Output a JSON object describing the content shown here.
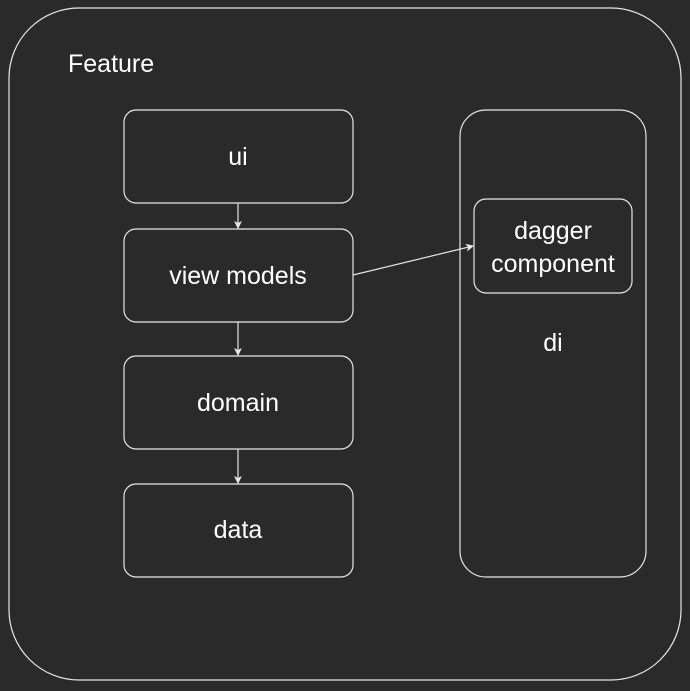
{
  "diagram": {
    "type": "architecture",
    "colors": {
      "background": "#2a2a2a",
      "stroke": "#e6e6e6",
      "text": "#ffffff"
    },
    "containers": {
      "feature": {
        "label": "Feature"
      },
      "di": {
        "label": "di"
      }
    },
    "nodes": {
      "ui": {
        "label": "ui"
      },
      "view_models": {
        "label": "view models"
      },
      "domain": {
        "label": "domain"
      },
      "data": {
        "label": "data"
      },
      "dagger_component": {
        "line1": "dagger",
        "line2": "component"
      }
    },
    "edges": [
      {
        "from": "ui",
        "to": "view_models"
      },
      {
        "from": "view_models",
        "to": "domain"
      },
      {
        "from": "domain",
        "to": "data"
      },
      {
        "from": "view_models",
        "to": "dagger_component"
      }
    ]
  }
}
